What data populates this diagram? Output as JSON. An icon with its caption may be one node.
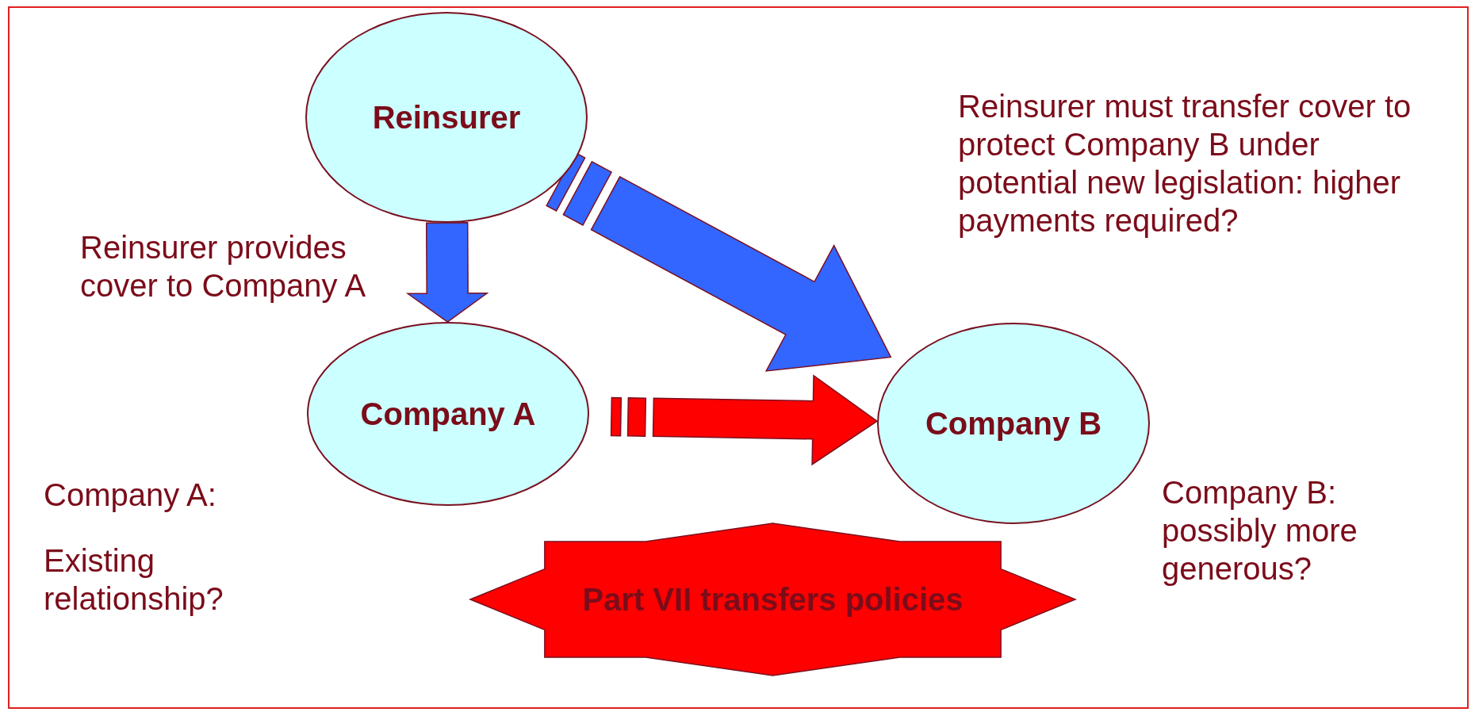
{
  "diagram": {
    "nodes": [
      {
        "text": [
          "Reinsurer"
        ]
      },
      {
        "text": [
          "Company A"
        ]
      },
      {
        "text": [
          "Company B"
        ]
      },
      {
        "text": [
          "Part VII transfers policies"
        ]
      }
    ],
    "edges": [
      {
        "from": 0,
        "to": 1,
        "arrow": "to"
      },
      {
        "from": 0,
        "to": 2,
        "arrow": "to"
      },
      {
        "from": 1,
        "to": 2,
        "arrow": "to",
        "color": "#ff0000"
      }
    ],
    "labels": [
      "Reinsurer must transfer cover to protect Company B under potential new legislation: higher payments required?",
      "Reinsurer provides cover to Company A",
      "Company A:",
      "Existing relationship?",
      "Company B: possibly more generous?"
    ]
  }
}
